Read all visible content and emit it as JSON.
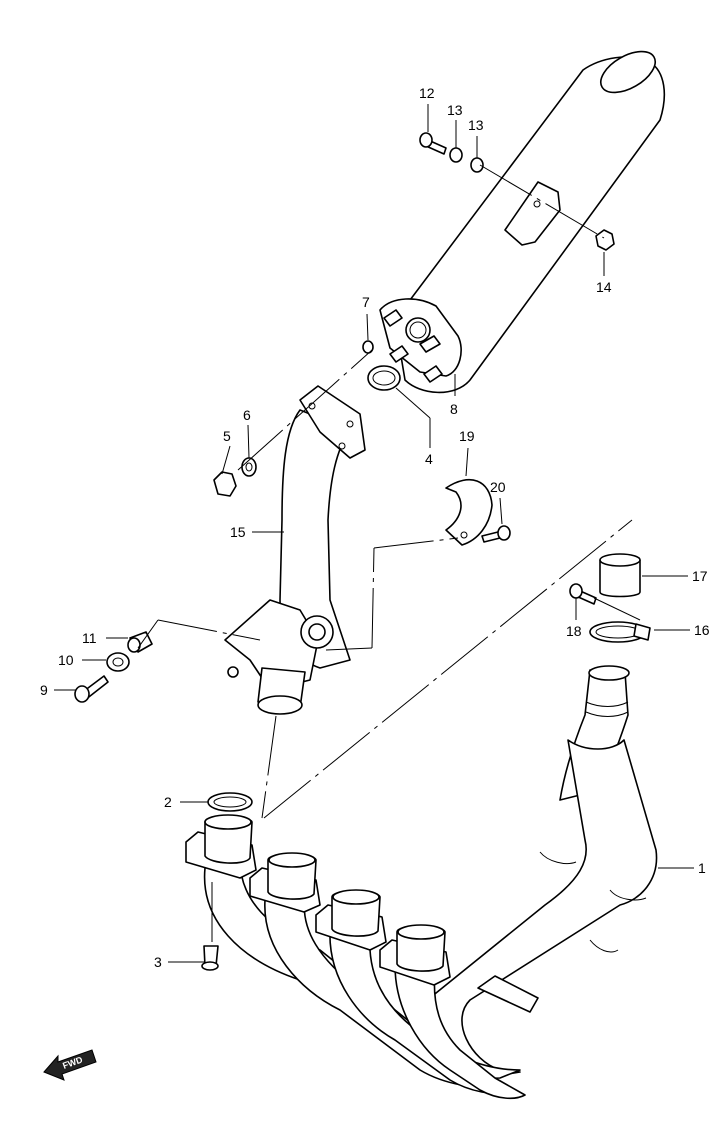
{
  "callouts": {
    "c1": "1",
    "c2": "2",
    "c3": "3",
    "c4": "4",
    "c5": "5",
    "c6": "6",
    "c7": "7",
    "c8": "8",
    "c9": "9",
    "c10": "10",
    "c11": "11",
    "c12": "12",
    "c13a": "13",
    "c13b": "13",
    "c14": "14",
    "c15": "15",
    "c16": "16",
    "c17": "17",
    "c18": "18",
    "c19": "19",
    "c20": "20"
  },
  "fwd_label": "FWD"
}
